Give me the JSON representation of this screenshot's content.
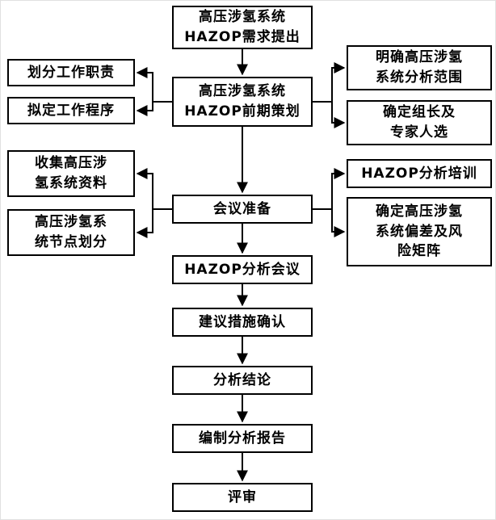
{
  "diagram": {
    "type": "flowchart",
    "language": "zh",
    "subject": "HAZOP analysis workflow for high-pressure hydrogen system"
  },
  "colors": {
    "box_border": "#000000",
    "box_background": "#ffffff",
    "text": "#000000",
    "arrow": "#000000"
  },
  "nodes": {
    "requirement": {
      "label": "高压涉氢系统\nHAZOP需求提出"
    },
    "planning": {
      "label": "高压涉氢系统\nHAZOP前期策划"
    },
    "meeting_prep": {
      "label": "会议准备"
    },
    "hazop_meeting": {
      "label": "HAZOP分析会议"
    },
    "measures_confirm": {
      "label": "建议措施确认"
    },
    "conclusion": {
      "label": "分析结论"
    },
    "report": {
      "label": "编制分析报告"
    },
    "review": {
      "label": "评审"
    },
    "duties": {
      "label": "划分工作职责"
    },
    "procedures": {
      "label": "拟定工作程序"
    },
    "collect_data": {
      "label": "收集高压涉\n氢系统资料"
    },
    "node_division": {
      "label": "高压涉氢系\n统节点划分"
    },
    "scope": {
      "label": "明确高压涉氢\n系统分析范围"
    },
    "leader": {
      "label": "确定组长及\n专家人选"
    },
    "training": {
      "label": "HAZOP分析培训"
    },
    "risk_matrix": {
      "label": "确定高压涉氢\n系统偏差及风\n险矩阵"
    }
  },
  "edges": [
    "requirement -> planning",
    "planning -> duties",
    "planning -> procedures",
    "planning -> scope",
    "planning -> leader",
    "planning -> meeting_prep",
    "meeting_prep -> collect_data",
    "meeting_prep -> node_division",
    "meeting_prep -> training",
    "meeting_prep -> risk_matrix",
    "meeting_prep -> hazop_meeting",
    "hazop_meeting -> measures_confirm",
    "measures_confirm -> conclusion",
    "conclusion -> report",
    "report -> review"
  ]
}
